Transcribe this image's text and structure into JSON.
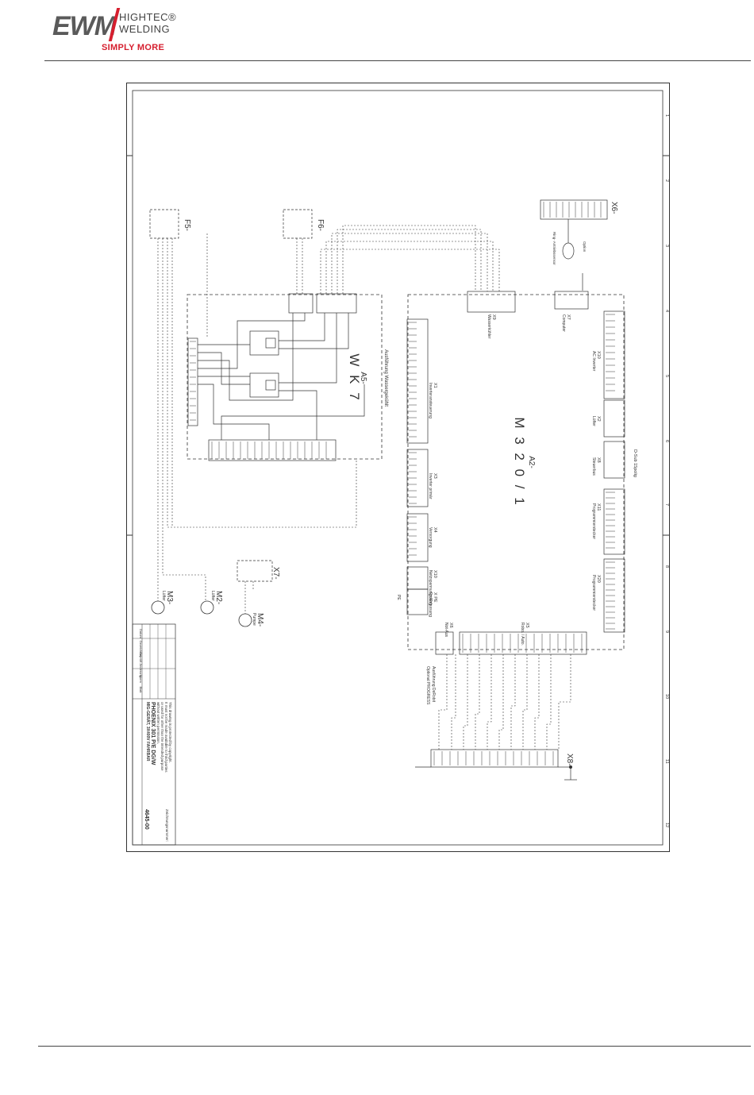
{
  "brand": {
    "logo_text": "EWM",
    "hightec": "HIGHTEC®",
    "welding": "WELDING",
    "tagline": "SIMPLY MORE"
  },
  "diagram": {
    "main_board": "A2-",
    "main_board_name": "M 3 2 0 / 1",
    "aux_board": "A5-",
    "aux_board_name": "W K 7",
    "aux_board_note": "Ausführung Wassergekühlt",
    "fuse_1": "F5-",
    "fuse_2": "F6-",
    "motor_1": "M3-",
    "motor_1_sub": "Lüfter",
    "motor_2": "M2-",
    "motor_2_sub": "Lüfter",
    "motor_3": "M4-",
    "motor_3_sub": "Pumpe",
    "conn_x7": "X7-",
    "conn_x6": "X6-",
    "conn_x8": "X8-",
    "x6_note": "Ring- Antriebssensor",
    "x6_note2": "Option",
    "connectors": [
      {
        "id": "X9",
        "label": "Wasserkühler"
      },
      {
        "id": "X7",
        "label": "Computer"
      },
      {
        "id": "X10",
        "label": "AC Inverter"
      },
      {
        "id": "X2",
        "label": "Lüfter"
      },
      {
        "id": "X8",
        "label": "Steuerbus"
      },
      {
        "id": "X11",
        "label": "Programmierstecker"
      },
      {
        "id": "X20",
        "label": "Programmierstecker"
      },
      {
        "id": "X5",
        "label": "Robo. / Auto."
      },
      {
        "id": "X6",
        "label": "Not-Aus"
      },
      {
        "id": "X1",
        "label": "Inverteransteuerung"
      },
      {
        "id": "X3",
        "label": "Inverter primär"
      },
      {
        "id": "X4",
        "label": "Versorgung"
      },
      {
        "id": "X10",
        "label": "Netzspannungs-Erfassung"
      },
      {
        "id": "X PE",
        "label": "Erdung"
      }
    ],
    "sub_d": "D-Sub 15polig",
    "option_note": "Ausführung DeRobit",
    "option_note2": "Optional PROGRESS",
    "pe": "PE",
    "zone_numbers": [
      "1",
      "2",
      "3",
      "4",
      "5",
      "6",
      "7",
      "8",
      "9",
      "10",
      "11",
      "12"
    ]
  },
  "title_block": {
    "notice_1": "This drawing is protected by copyright.",
    "notice_2": "It must not be made available to third parties",
    "notice_3": "or used for other than the intended purpose",
    "notice_4": "without written permission.",
    "drawing_no_label": "Zeichnungsnummer:",
    "product": "PHOENIX 301 P/E DG/W",
    "product_sub": "MIG-GERÄT, 3X400V FAHRBAR",
    "drawing_no": "4645-00",
    "rows": [
      "Datum",
      "Gezeichnet",
      "Geprüft",
      "Änderung",
      "Norm",
      "Blatt"
    ]
  }
}
